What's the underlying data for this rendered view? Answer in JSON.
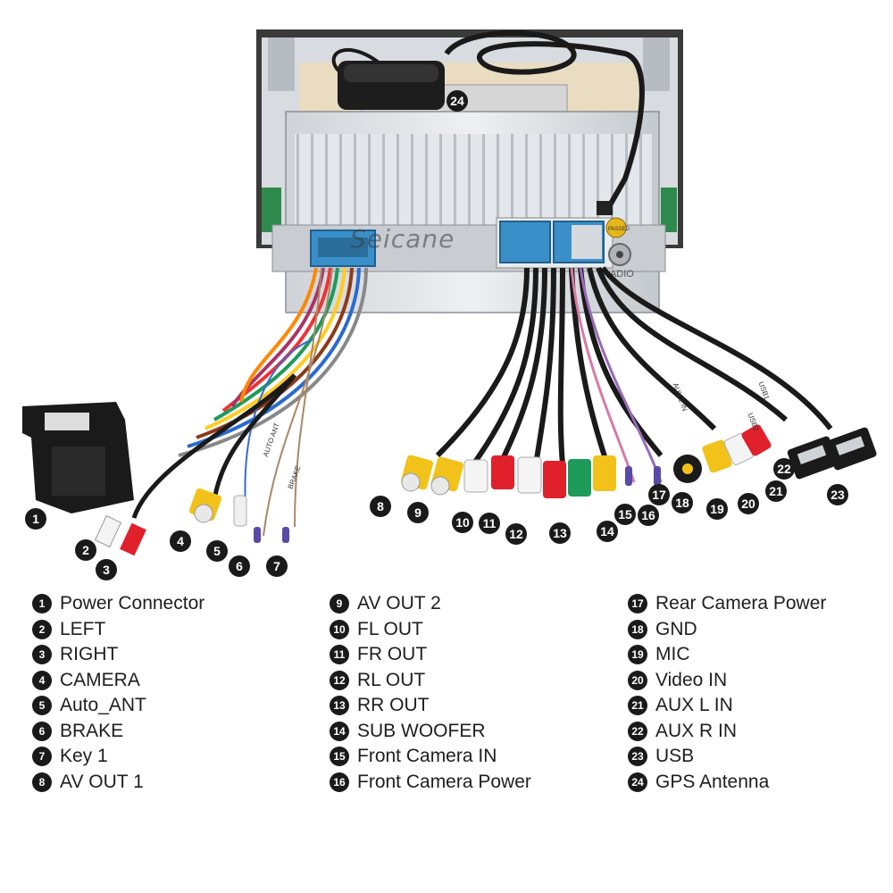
{
  "watermark": "Seicane",
  "legend": [
    [
      {
        "num": "1",
        "label": "Power Connector"
      },
      {
        "num": "2",
        "label": "LEFT"
      },
      {
        "num": "3",
        "label": "RIGHT"
      },
      {
        "num": "4",
        "label": "CAMERA"
      },
      {
        "num": "5",
        "label": "Auto_ANT"
      },
      {
        "num": "6",
        "label": "BRAKE"
      },
      {
        "num": "7",
        "label": "Key 1"
      },
      {
        "num": "8",
        "label": "AV OUT 1"
      }
    ],
    [
      {
        "num": "9",
        "label": "AV OUT 2"
      },
      {
        "num": "10",
        "label": "FL OUT"
      },
      {
        "num": "11",
        "label": "FR OUT"
      },
      {
        "num": "12",
        "label": "RL OUT"
      },
      {
        "num": "13",
        "label": "RR OUT"
      },
      {
        "num": "14",
        "label": "SUB WOOFER"
      },
      {
        "num": "15",
        "label": "Front Camera IN"
      },
      {
        "num": "16",
        "label": "Front Camera Power"
      }
    ],
    [
      {
        "num": "17",
        "label": "Rear Camera Power"
      },
      {
        "num": "18",
        "label": "GND"
      },
      {
        "num": "19",
        "label": "MIC"
      },
      {
        "num": "20",
        "label": "Video IN"
      },
      {
        "num": "21",
        "label": "AUX  L IN"
      },
      {
        "num": "22",
        "label": "AUX  R IN"
      },
      {
        "num": "23",
        "label": "USB"
      },
      {
        "num": "24",
        "label": "GPS Antenna"
      }
    ]
  ],
  "markers": [
    "1",
    "2",
    "3",
    "4",
    "5",
    "6",
    "7",
    "8",
    "9",
    "10",
    "11",
    "12",
    "13",
    "14",
    "15",
    "16",
    "17",
    "18",
    "19",
    "20",
    "21",
    "22",
    "23",
    "24"
  ],
  "device": {
    "radio_label": "RADIO",
    "passed_label": "PASSED",
    "tags": [
      "BRAKE",
      "AUTO ANT",
      "AUX L IN",
      "USB2",
      "USB1"
    ]
  },
  "colors": {
    "yellow": "#f2c21b",
    "red": "#e0202a",
    "white": "#f4f4f4",
    "green": "#1e9a5a",
    "blue": "#2a8ac8",
    "cable": "#1a1a1a"
  }
}
